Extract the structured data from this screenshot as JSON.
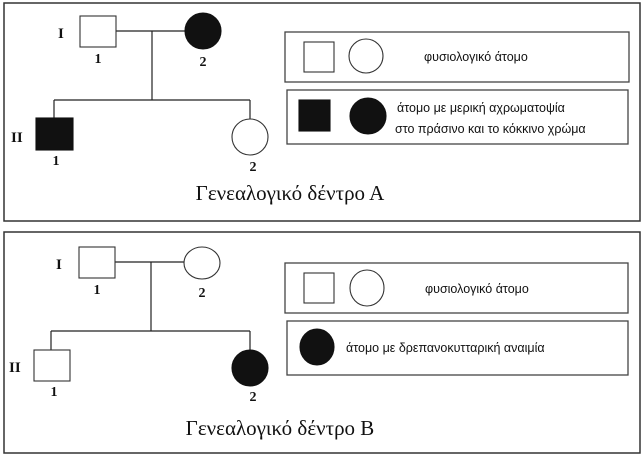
{
  "tree_a": {
    "title": "Γενεαλογικό δέντρο  Α",
    "generations": [
      "I",
      "II"
    ],
    "individuals": [
      {
        "gen": "I",
        "num": "1",
        "sex": "male",
        "affected": false
      },
      {
        "gen": "I",
        "num": "2",
        "sex": "female",
        "affected": true
      },
      {
        "gen": "II",
        "num": "1",
        "sex": "male",
        "affected": true
      },
      {
        "gen": "II",
        "num": "2",
        "sex": "female",
        "affected": false
      }
    ],
    "legend": {
      "normal": "φυσιολογικό  άτομο",
      "affected_line1": "άτομο με μερική αχρωματοψία",
      "affected_line2": "στο πράσινο και το κόκκινο χρώμα"
    }
  },
  "tree_b": {
    "title": "Γενεαλογικό δέντρο  Β",
    "generations": [
      "I",
      "II"
    ],
    "individuals": [
      {
        "gen": "I",
        "num": "1",
        "sex": "male",
        "affected": false
      },
      {
        "gen": "I",
        "num": "2",
        "sex": "female",
        "affected": false
      },
      {
        "gen": "II",
        "num": "1",
        "sex": "male",
        "affected": false
      },
      {
        "gen": "II",
        "num": "2",
        "sex": "female",
        "affected": true
      }
    ],
    "legend": {
      "normal": "φυσιολογικό  άτομο",
      "affected": "άτομο  με  δρεπανοκυτταρική  αναιμία"
    }
  },
  "colors": {
    "affected": "#111111",
    "line": "#222222"
  }
}
